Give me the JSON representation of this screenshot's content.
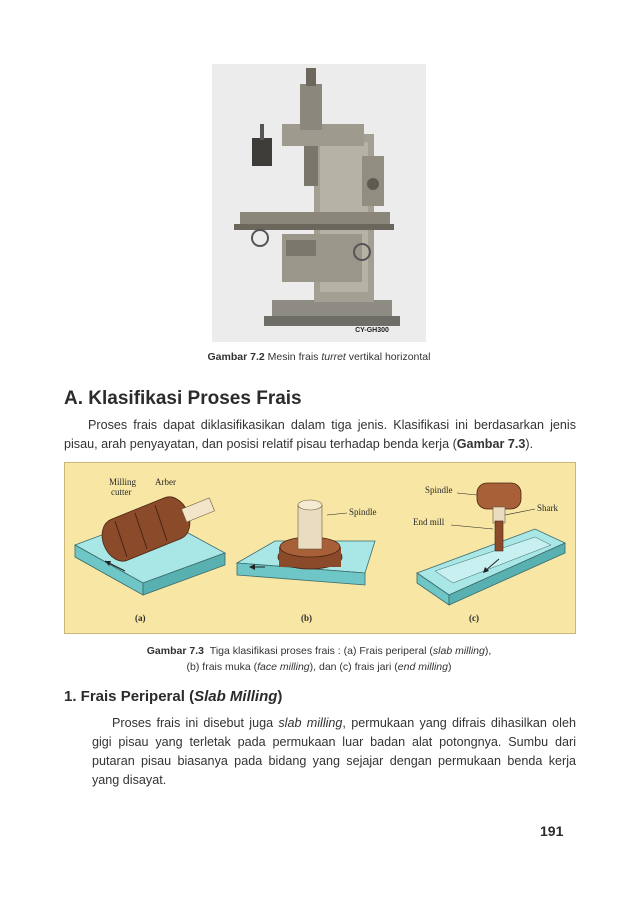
{
  "figure_72": {
    "machine_label": "CY-GH300",
    "caption_number": "Gambar 7.2",
    "caption_pre": "Mesin frais",
    "caption_italic": "turret",
    "caption_post": "vertikal horizontal"
  },
  "section_a": {
    "title": "A. Klasifikasi Proses Frais",
    "para_pre": "Proses frais dapat diklasifikasikan dalam tiga jenis. Klasifikasi ini berdasarkan jenis pisau, arah penyayatan, dan posisi relatif pisau terhadap benda kerja (",
    "para_ref": "Gambar 7.3",
    "para_post": ")."
  },
  "figure_73": {
    "labels": {
      "milling": "Milling",
      "cutter": "cutter",
      "arber": "Arber",
      "spindle_b": "Spindle",
      "spindle_c": "Spindle",
      "shark": "Shark",
      "end_mill": "End mill",
      "a": "(a)",
      "b": "(b)",
      "c": "(c)"
    },
    "caption_number": "Gambar 7.3",
    "caption_l1_pre": "Tiga klasifikasi proses frais : (a) Frais periperal (",
    "caption_l1_italic": "slab milling",
    "caption_l1_post": "),",
    "caption_l2_a": "(b) frais muka (",
    "caption_l2_italic1": "face milling",
    "caption_l2_b": "), dan (c) frais jari (",
    "caption_l2_italic2": "end milling",
    "caption_l2_c": ")"
  },
  "subsection_1": {
    "title_pre": "1.  Frais Periperal (",
    "title_italic": "Slab Milling",
    "title_post": ")",
    "p_a": "Proses frais ini disebut juga ",
    "p_italic": "slab milling",
    "p_b": ", permukaan yang difrais dihasilkan oleh gigi pisau yang terletak pada permukaan luar badan alat potongnya. Sumbu dari putaran pisau biasanya pada bidang yang sejajar dengan permukaan benda kerja yang disayat."
  },
  "page_number": "191"
}
